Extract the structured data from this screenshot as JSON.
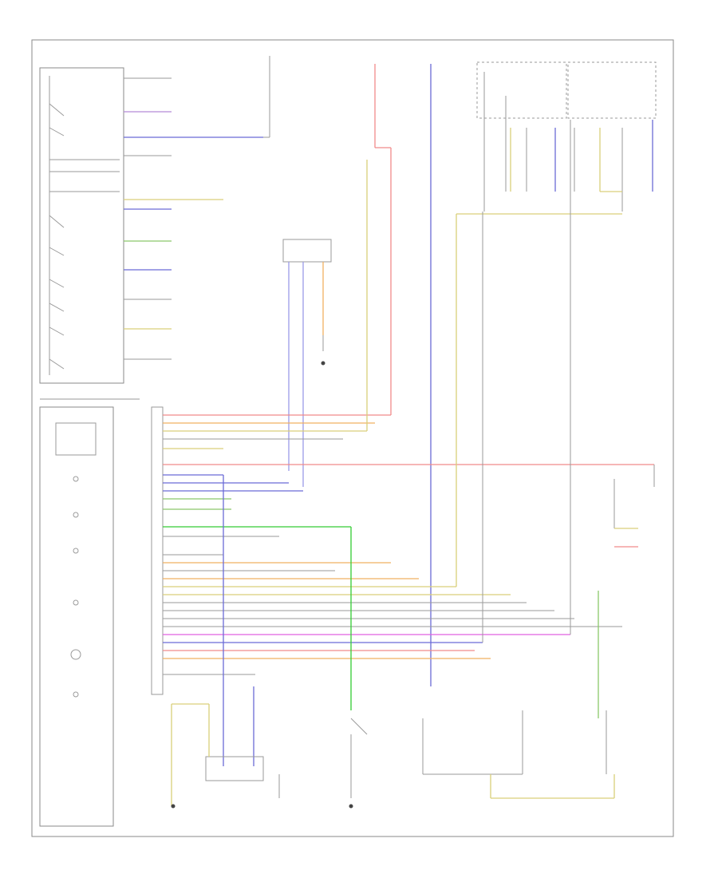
{
  "diagram": {
    "footer_code": "",
    "left_block_label": "",
    "cluster_label": "",
    "blocks": [
      {
        "id": "battery",
        "label": ""
      },
      {
        "id": "fuse_box",
        "label": ""
      },
      {
        "id": "instrument_cluster",
        "label": ""
      },
      {
        "id": "control_unit",
        "label": ""
      }
    ]
  }
}
